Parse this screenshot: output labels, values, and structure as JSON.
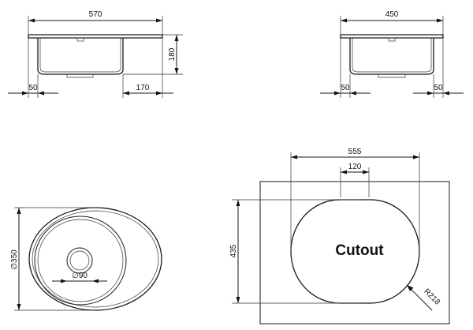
{
  "side_view_left": {
    "width_label": "570",
    "height_label": "180",
    "left_offset_label": "50",
    "right_offset_label": "170"
  },
  "side_view_right": {
    "width_label": "450",
    "left_offset_label": "50",
    "right_offset_label": "50"
  },
  "top_view": {
    "diameter_label": "∅350",
    "drain_label": "∅90"
  },
  "cutout_view": {
    "title": "Cutout",
    "width_label": "555",
    "spacing_label": "120",
    "height_label": "435",
    "radius_label": "R218"
  },
  "colors": {
    "line": "#1a1a1a",
    "background": "#ffffff"
  }
}
